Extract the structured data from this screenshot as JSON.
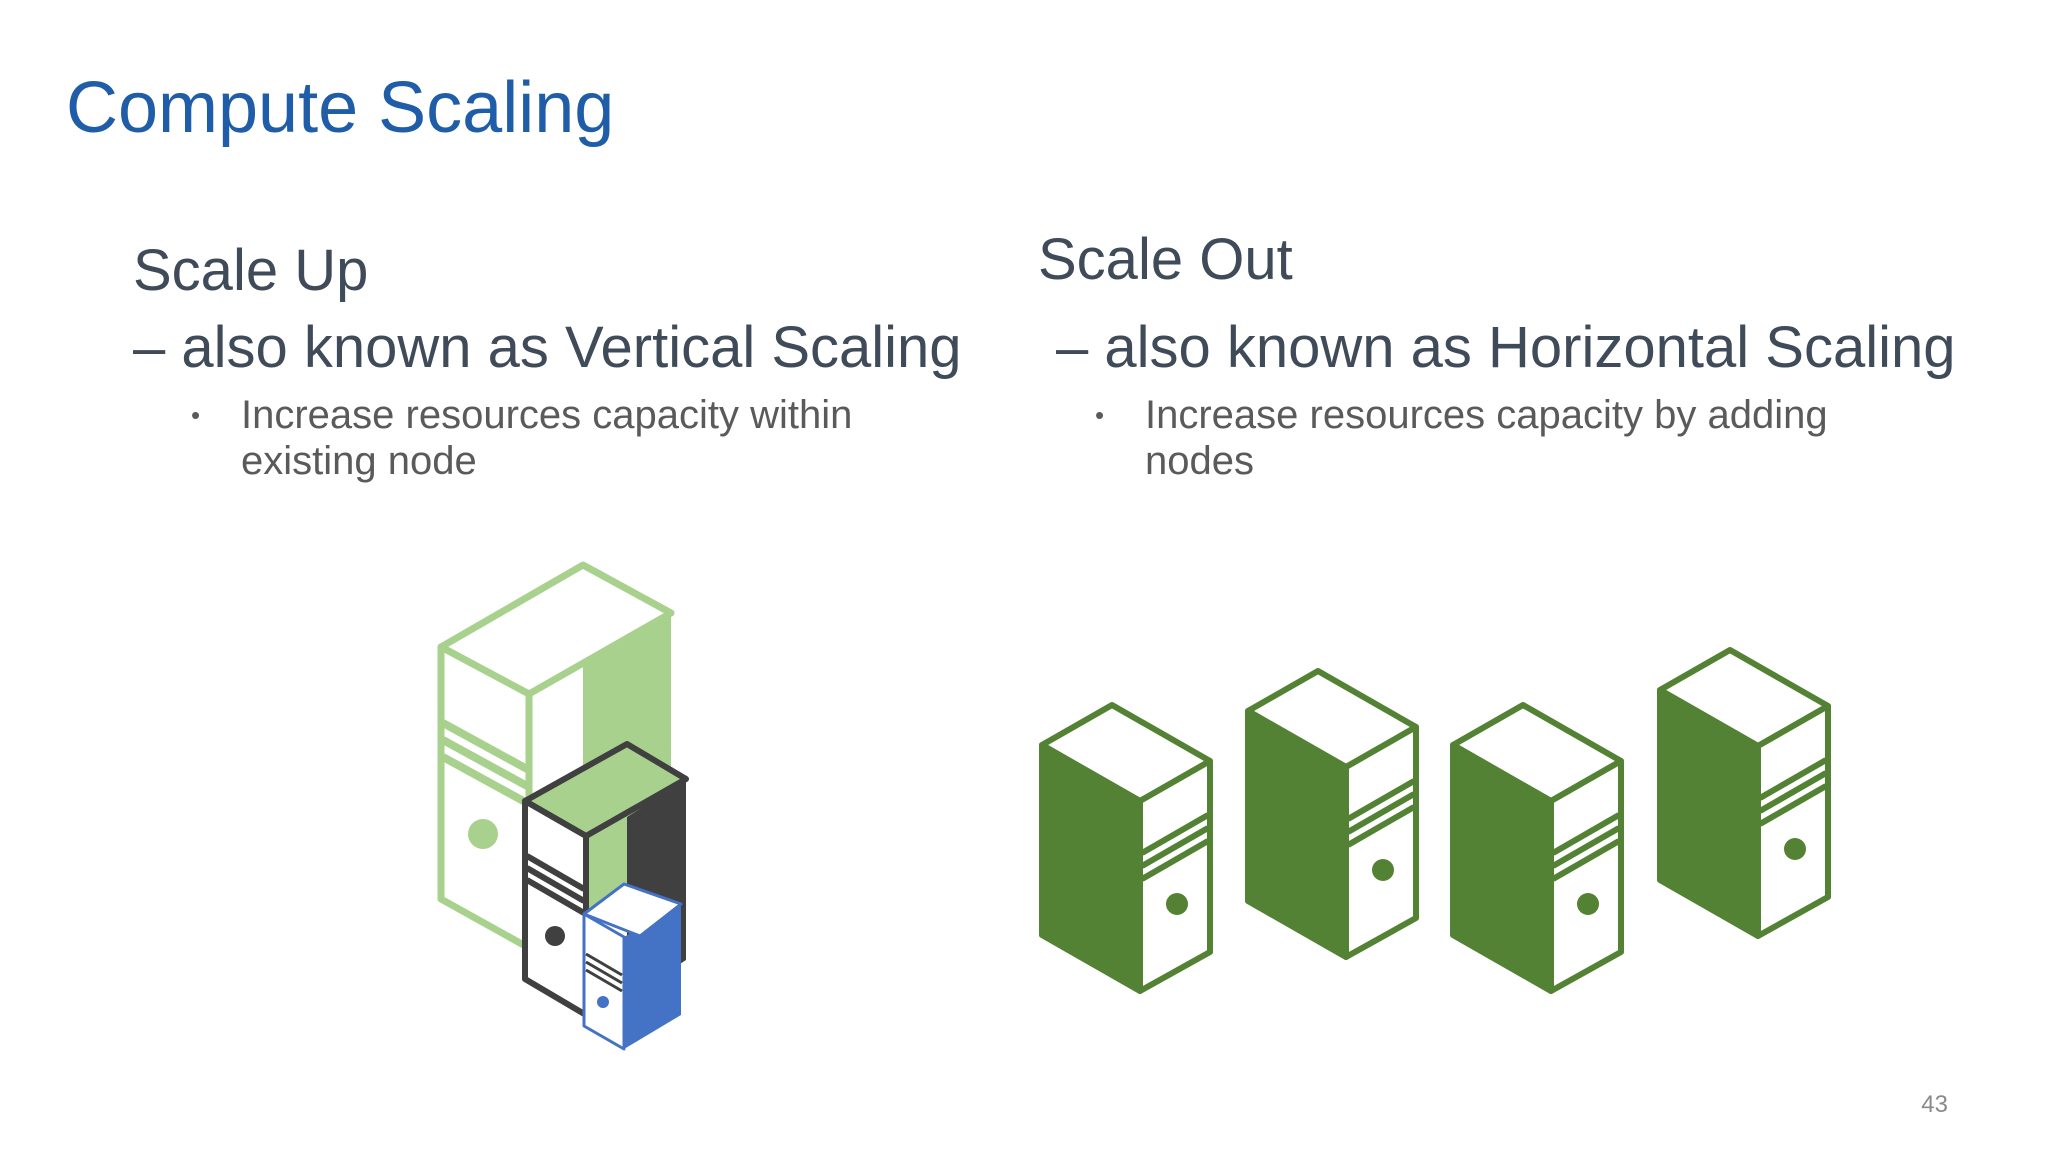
{
  "slide": {
    "title": "Compute Scaling",
    "page_number": "43",
    "colors": {
      "title": "#1f5da8",
      "text": "#404b5a",
      "body_text": "#5a5a5a",
      "light_green": "#a9d18e",
      "dark_green": "#548235",
      "dark_gray": "#404040",
      "blue": "#4472c4"
    }
  },
  "scale_up": {
    "heading": "Scale Up",
    "subheading": "– also known as Vertical Scaling",
    "bullets": [
      "Increase resources capacity within existing node"
    ],
    "illustration": "nested-servers-icon"
  },
  "scale_out": {
    "heading": "Scale Out",
    "subheading": "– also known as Horizontal Scaling",
    "bullets": [
      "Increase resources capacity by adding nodes"
    ],
    "illustration": "server-row-icon"
  }
}
